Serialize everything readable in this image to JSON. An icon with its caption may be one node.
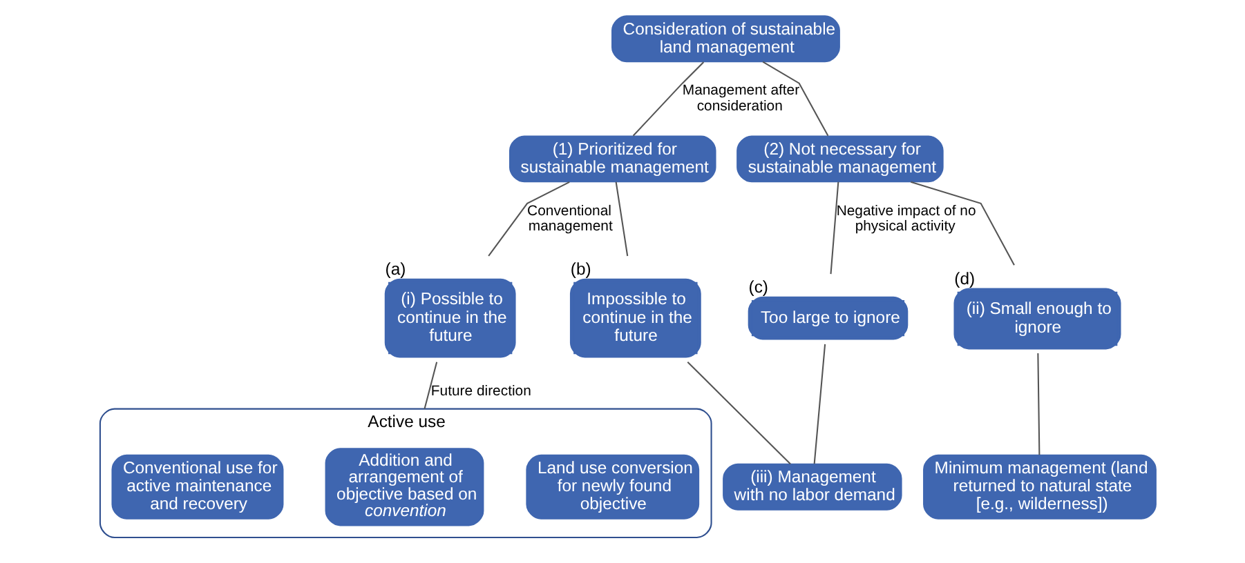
{
  "diagram": {
    "nodes": [
      {
        "text": [
          "Consideration of sustainable land management"
        ]
      },
      {
        "text": [
          "(1) Prioritized for sustainable management"
        ]
      },
      {
        "text": [
          "(2) Not necessary for sustainable management"
        ]
      },
      {
        "text": [
          "(i) Possible to continue in the future"
        ],
        "beside": [
          "(a)"
        ]
      },
      {
        "text": [
          "Impossible to continue in the future"
        ],
        "beside": [
          "(b)"
        ]
      },
      {
        "text": [
          "Too large to ignore"
        ],
        "beside": [
          "(c)"
        ]
      },
      {
        "text": [
          "(ii) Small enough to ignore"
        ],
        "beside": [
          "(d)"
        ]
      },
      {
        "text": [
          "Active use"
        ]
      },
      {
        "text": [
          "Conventional use for active maintenance and recovery"
        ],
        "in": 7
      },
      {
        "text": [
          "Addition and arrangement of objective based on *convention*"
        ],
        "in": 7
      },
      {
        "text": [
          "Land use conversion for newly found objective"
        ],
        "in": 7
      },
      {
        "text": [
          "(iii) Management with no labor demand"
        ]
      },
      {
        "text": [
          "Minimum management (land returned to natural state [e.g., wilderness])"
        ]
      }
    ],
    "edges": [
      {
        "from": 0,
        "to": 1,
        "arrow": "none",
        "label": "Management after consideration"
      },
      {
        "from": 0,
        "to": 2,
        "arrow": "none"
      },
      {
        "from": 1,
        "to": 3,
        "arrow": "none",
        "label": "Conventional management"
      },
      {
        "from": 1,
        "to": 4,
        "arrow": "none"
      },
      {
        "from": 2,
        "to": 5,
        "arrow": "none",
        "label": "Negative impact of no physical activity"
      },
      {
        "from": 2,
        "to": 6,
        "arrow": "none"
      },
      {
        "from": 3,
        "to": 7,
        "arrow": "none",
        "label": "Future direction"
      },
      {
        "from": 4,
        "to": 11,
        "arrow": "none"
      },
      {
        "from": 5,
        "to": 11,
        "arrow": "none"
      },
      {
        "from": 6,
        "to": 12,
        "arrow": "none"
      }
    ]
  }
}
